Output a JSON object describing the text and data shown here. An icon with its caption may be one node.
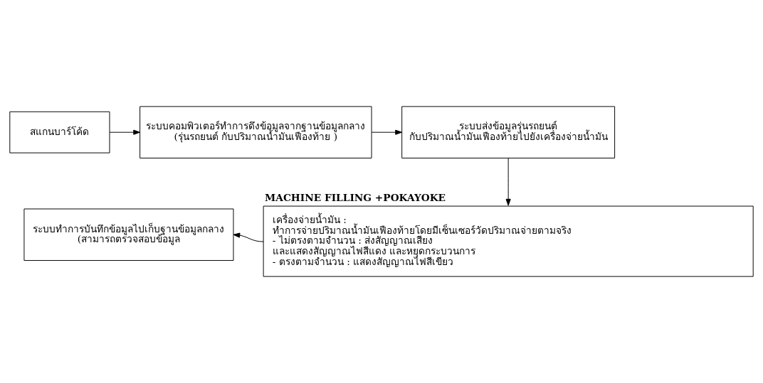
{
  "diagram": {
    "nodes": [
      {
        "text": [
          "สแกนบาร์โค้ด"
        ]
      },
      {
        "text": [
          "ระบบคอมพิวเตอร์ทำการดึงข้อมูลจากฐานข้อมูลกลาง (รุ่นรถยนต์ กับปริมาณน้ำมันเฟืองท้าย )"
        ]
      },
      {
        "text": [
          "ระบบส่งข้อมูลรุ่นรถยนต์ กับปริมาณน้ำมันเฟืองท้ายไปยังเครื่องจ่ายน้ำมัน"
        ]
      },
      {
        "text": [
          "MACHINE FILLING +POKAYOKE",
          "เครื่องจ่ายน้ำมัน : ทำการจ่ายปริมาณน้ำมันเฟืองท้ายโดยมีเซ็นเซอร์วัดปริมาณจ่ายตามจริง",
          "- ไม่ตรงตามจำนวน : ส่งสัญญาณเสียง และแสดงสัญญาณไฟสีแดง และหยุดกระบวนการ",
          "- ตรงตามจำนวน : แสดงสัญญาณไฟสีเขียว"
        ]
      },
      {
        "text": [
          "ระบบทำการบันทึกข้อมูลไปเก็บฐานข้อมูลกลาง (สามารถตรวจสอบข้อมูล"
        ]
      }
    ],
    "edges": [
      {
        "from": 0,
        "to": 1,
        "arrow": "to"
      },
      {
        "from": 1,
        "to": 2,
        "arrow": "to"
      },
      {
        "from": 2,
        "to": 3,
        "arrow": "to"
      },
      {
        "from": 3,
        "to": 4,
        "arrow": "to"
      }
    ]
  }
}
